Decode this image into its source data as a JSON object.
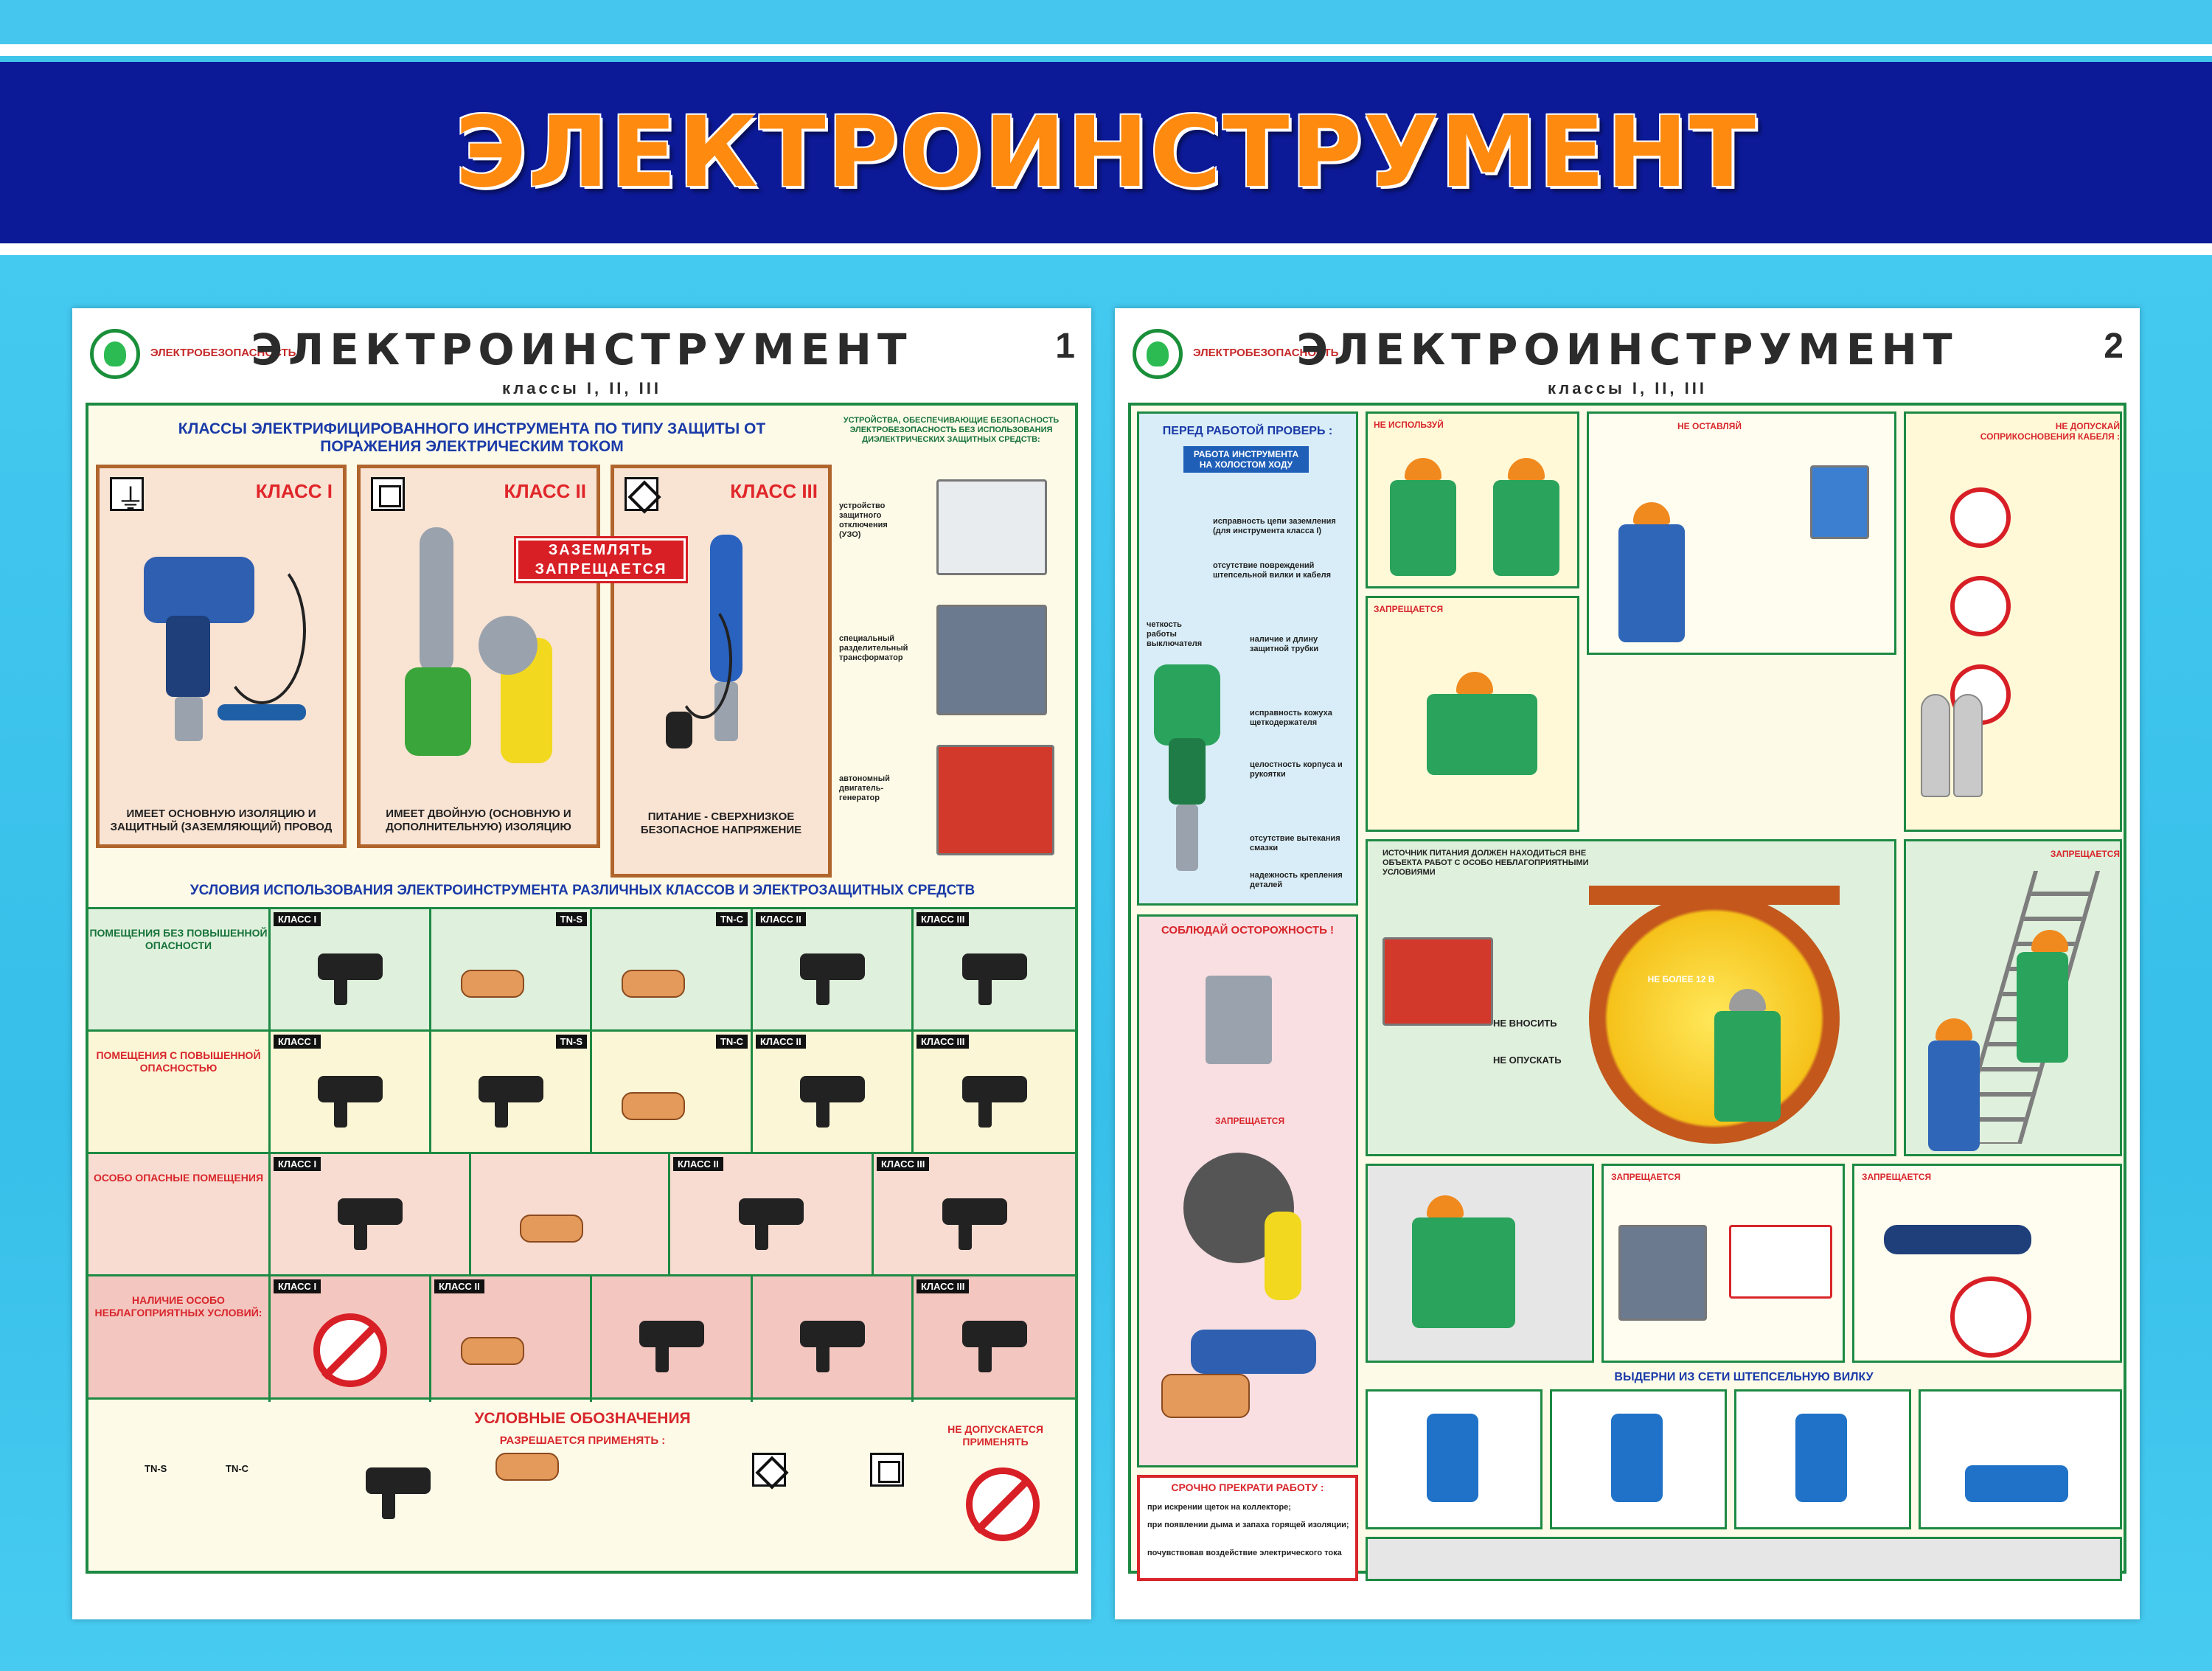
{
  "banner": {
    "title": "ЭЛЕКТРОИНСТРУМЕНТ"
  },
  "poster1": {
    "brand": "ЭЛЕКТРОБЕЗОПАСНОСТЬ",
    "title": "ЭЛЕКТРОИНСТРУМЕНТ",
    "subtitle": "классы I, II, III",
    "number": "1",
    "classes_title": "КЛАССЫ ЭЛЕКТРИФИЦИРОВАННОГО ИНСТРУМЕНТА ПО ТИПУ ЗАЩИТЫ ОТ ПОРАЖЕНИЯ ЭЛЕКТРИЧЕСКИМ ТОКОМ",
    "devices_title": "УСТРОЙСТВА, ОБЕСПЕЧИВАЮЩИЕ БЕЗОПАСНОСТЬ ЭЛЕКТРОБЕЗОПАСНОСТЬ БЕЗ ИСПОЛЬЗОВАНИЯ ДИЭЛЕКТРИЧЕСКИХ ЗАЩИТНЫХ СРЕДСТВ:",
    "class1": {
      "label": "КЛАСС I",
      "desc": "ИМЕЕТ ОСНОВНУЮ ИЗОЛЯЦИЮ И ЗАЩИТНЫЙ (ЗАЗЕМЛЯЮЩИЙ) ПРОВОД"
    },
    "class2": {
      "label": "КЛАСС II",
      "desc": "ИМЕЕТ ДВОЙНУЮ (ОСНОВНУЮ И ДОПОЛНИТЕЛЬНУЮ) ИЗОЛЯЦИЮ"
    },
    "class3": {
      "label": "КЛАСС III",
      "desc": "ПИТАНИЕ - СВЕРХНИЗКОЕ БЕЗОПАСНОЕ НАПРЯЖЕНИЕ"
    },
    "ban_sign": [
      "ЗАЗЕМЛЯТЬ",
      "ЗАПРЕЩАЕТСЯ"
    ],
    "devices": [
      "устройство защитного отключения (УЗО)",
      "специальный разделительный трансформатор",
      "автономный двигатель-генератор"
    ],
    "conditions_title": "УСЛОВИЯ ИСПОЛЬЗОВАНИЯ ЭЛЕКТРОИНСТРУМЕНТА РАЗЛИЧНЫХ КЛАССОВ И ЭЛЕКТРОЗАЩИТНЫХ СРЕДСТВ",
    "rows": [
      {
        "label": "ПОМЕЩЕНИЯ БЕЗ ПОВЫШЕННОЙ ОПАСНОСТИ",
        "tags": [
          "КЛАСС I",
          "TN-S",
          "TN-C",
          "КЛАСС II",
          "КЛАСС III"
        ]
      },
      {
        "label": "ПОМЕЩЕНИЯ С ПОВЫШЕННОЙ ОПАСНОСТЬЮ",
        "tags": [
          "КЛАСС I",
          "TN-S",
          "TN-C",
          "КЛАСС II",
          "КЛАСС III"
        ]
      },
      {
        "label": "ОСОБО ОПАСНЫЕ ПОМЕЩЕНИЯ",
        "tags": [
          "КЛАСС I",
          "",
          "КЛАСС II",
          "КЛАСС III"
        ]
      },
      {
        "label": "НАЛИЧИЕ ОСОБО НЕБЛАГОПРИЯТНЫХ УСЛОВИЙ:",
        "tags": [
          "КЛАСС I",
          "КЛАСС II",
          "",
          "",
          "КЛАСС III"
        ]
      }
    ],
    "legend_title": "УСЛОВНЫЕ ОБОЗНАЧЕНИЯ",
    "legend_allowed": "РАЗРЕШАЕТСЯ ПРИМЕНЯТЬ :",
    "legend_forbidden": "НЕ ДОПУСКАЕТСЯ ПРИМЕНЯТЬ",
    "legend_tn": [
      "TN-S",
      "TN-C"
    ]
  },
  "poster2": {
    "brand": "ЭЛЕКТРОБЕЗОПАСНОСТЬ",
    "title": "ЭЛЕКТРОИНСТРУМЕНТ",
    "subtitle": "классы I, II, III",
    "number": "2",
    "check_title": "ПЕРЕД РАБОТОЙ ПРОВЕРЬ :",
    "check_btn": "РАБОТА ИНСТРУМЕНТА НА ХОЛОСТОМ ХОДУ",
    "check_items": [
      "исправность цепи заземления (для инструмента класса I)",
      "отсутствие повреждений штепсельной вилки и кабеля",
      "наличие и длину защитной трубки",
      "четкость работы выключателя",
      "исправность кожуха щеткодержателя",
      "целостность корпуса и рукоятки",
      "отсутствие вытекания смазки",
      "надежность крепления деталей"
    ],
    "careful_title": "СОБЛЮДАЙ ОСТОРОЖНОСТЬ !",
    "stop_title": "СРОЧНО ПРЕКРАТИ РАБОТУ :",
    "stop_items": [
      "при искрении щеток на коллекторе;",
      "при появлении дыма и запаха горящей изоляции;",
      "почувствовав воздействие электрического тока"
    ],
    "no_use": "НЕ ИСПОЛЬЗУЙ",
    "no_leave": "НЕ ОСТАВЛЯЙ",
    "no_touch": "НЕ ДОПУСКАЙ СОПРИКОСНОВЕНИЯ КАБЕЛЯ :",
    "forbidden": "ЗАПРЕЩАЕТСЯ",
    "source_note": "ИСТОЧНИК ПИТАНИЯ ДОЛЖЕН НАХОДИТЬСЯ ВНЕ ОБЪЕКТА РАБОТ С ОСОБО НЕБЛАГОПРИЯТНЫМИ УСЛОВИЯМИ",
    "tank_note": "НЕ БОЛЕЕ 12 В",
    "no_bring": "НЕ ВНОСИТЬ",
    "no_lower": "НЕ ОПУСКАТЬ",
    "unplug_title": "ВЫДЕРНИ ИЗ СЕТИ ШТЕПСЕЛЬНУЮ ВИЛКУ"
  }
}
